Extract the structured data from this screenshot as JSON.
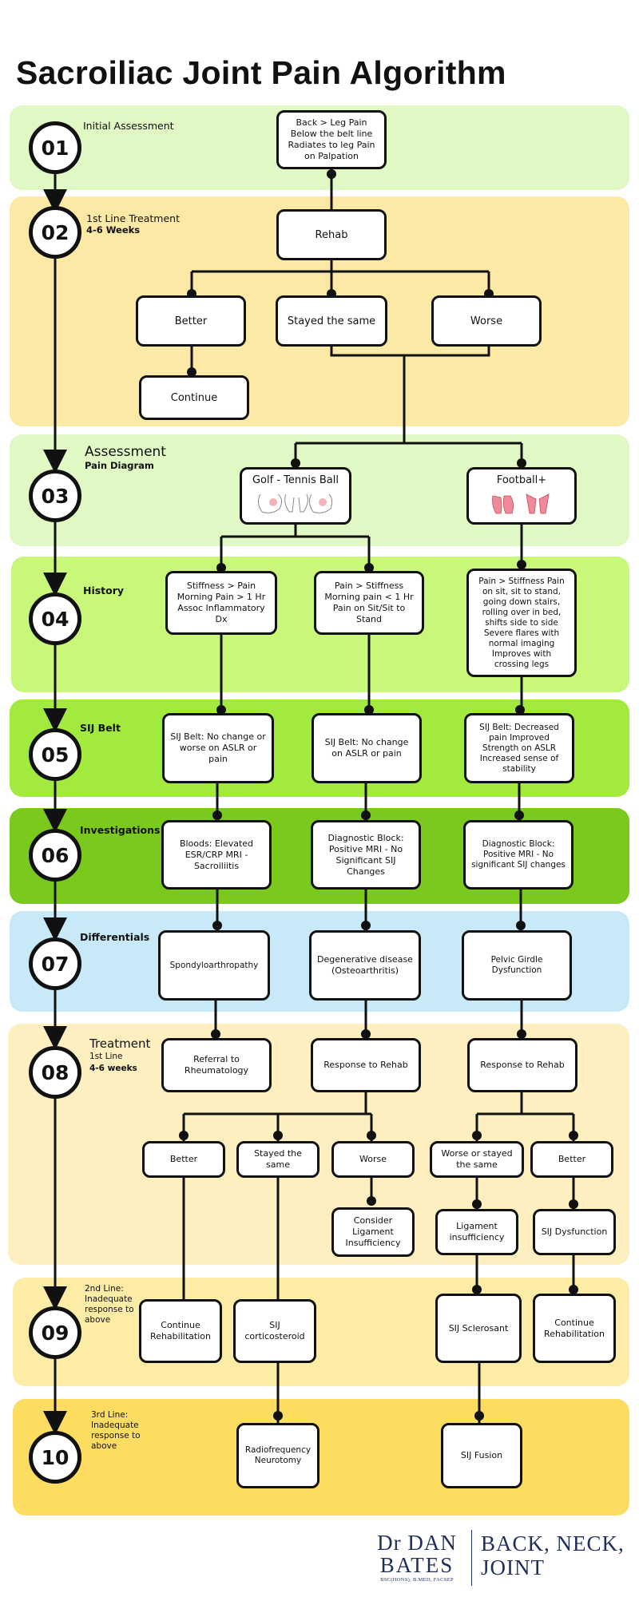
{
  "title": "Sacroiliac Joint Pain Algorithm",
  "colors": {
    "band1": "#dff8c4",
    "band2": "#fde9a6",
    "band3": "#dff8c4",
    "band4": "#c8f77a",
    "band5": "#a2ea3e",
    "band6": "#7cc91e",
    "band7": "#c7e9f8",
    "band8": "#fdefc0",
    "band9": "#fdeca6",
    "band10": "#fddc62",
    "logo": "#1f2f5c"
  },
  "steps": [
    {
      "num": "01",
      "label": "Initial Assessment",
      "sub": ""
    },
    {
      "num": "02",
      "label": "1st Line Treatment",
      "sub": "4-6 Weeks"
    },
    {
      "num": "03",
      "label": "Assessment",
      "sub": "Pain Diagram"
    },
    {
      "num": "04",
      "label": "History",
      "sub": ""
    },
    {
      "num": "05",
      "label": "SIJ Belt",
      "sub": ""
    },
    {
      "num": "06",
      "label": "Investigations",
      "sub": ""
    },
    {
      "num": "07",
      "label": "Differentials",
      "sub": ""
    },
    {
      "num": "08",
      "label": "Treatment",
      "sub": "1st Line",
      "sub2": "4-6 weeks"
    },
    {
      "num": "09",
      "label": "2nd Line: Inadequate response to above",
      "sub": ""
    },
    {
      "num": "10",
      "label": "3rd Line: Inadequate response to above",
      "sub": ""
    }
  ],
  "nodes": {
    "initial": "Back > Leg Pain Below the belt line Radiates to leg Pain on Palpation",
    "rehab": "Rehab",
    "better1": "Better",
    "same1": "Stayed the same",
    "worse1": "Worse",
    "continue1": "Continue",
    "golf": "Golf - Tennis Ball",
    "football": "Football+",
    "hist1": "Stiffness > Pain Morning Pain > 1 Hr Assoc Inflammatory Dx",
    "hist2": "Pain > Stiffness Morning pain < 1 Hr Pain on Sit/Sit to Stand",
    "hist3": "Pain > Stiffness Pain on sit, sit to stand, going down stairs, rolling over in bed, shifts side to side Severe flares with normal imaging Improves with crossing legs",
    "belt1": "SIJ Belt: No change or worse on ASLR or pain",
    "belt2": "SIJ Belt: No change on ASLR or pain",
    "belt3": "SIJ Belt: Decreased pain Improved Strength on ASLR Increased sense of stability",
    "inv1": "Bloods: Elevated ESR/CRP MRI - Sacroiliitis",
    "inv2": "Diagnostic Block: Positive MRI - No Significant SIJ Changes",
    "inv3": "Diagnostic Block: Positive MRI - No significant SIJ changes",
    "diff1": "Spondyloarthropathy",
    "diff2": "Degenerative disease (Osteoarthritis)",
    "diff3": "Pelvic Girdle Dysfunction",
    "tr1": "Referral to Rheumatology",
    "tr2": "Response to Rehab",
    "tr3": "Response to Rehab",
    "b2": "Better",
    "s2": "Stayed the same",
    "w2": "Worse",
    "ws3": "Worse or stayed the same",
    "b3": "Better",
    "lig1": "Consider Ligament Insufficiency",
    "lig2": "Ligament insufficiency",
    "sijdys": "SIJ Dysfunction",
    "cont2": "Continue Rehabilitation",
    "cort": "SIJ corticosteroid",
    "scler": "SIJ Sclerosant",
    "cont3": "Continue Rehabilitation",
    "rf": "Radiofrequency Neurotomy",
    "fusion": "SIJ Fusion"
  },
  "logo": {
    "dr": "Dr",
    "name1": "DAN",
    "name2": "BATES",
    "credentials": "BSC(HONS), B.MED, FACSEP",
    "right1": "BACK, NECK,",
    "right2": "JOINT"
  }
}
